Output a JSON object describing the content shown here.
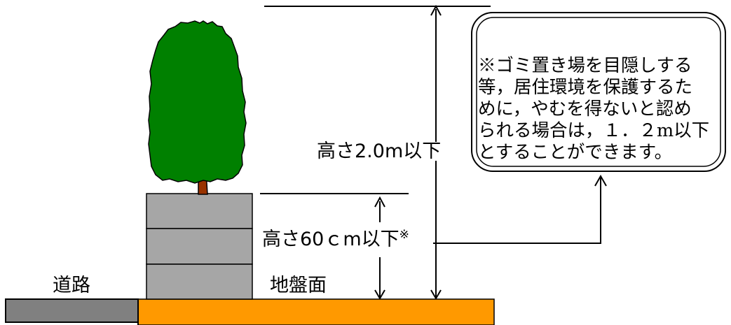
{
  "labels": {
    "road": "道路",
    "ground_surface": "地盤面",
    "height_60cm": "高さ60ｃm以下",
    "height_60cm_mark": "※",
    "height_2m": "高さ2.0m以下"
  },
  "note": {
    "lines": [
      "※ゴミ置き場を目隠しする",
      "等，居住環境を保護するた",
      "めに，やむを得ないと認め",
      "られる場合は，１．２m以下",
      "とすることができます。"
    ]
  },
  "colors": {
    "road": "#808080",
    "ground": "#ff9900",
    "wall": "#a6a6a6",
    "tree_foliage": "#008000",
    "tree_trunk": "#993300",
    "line": "#000000"
  }
}
